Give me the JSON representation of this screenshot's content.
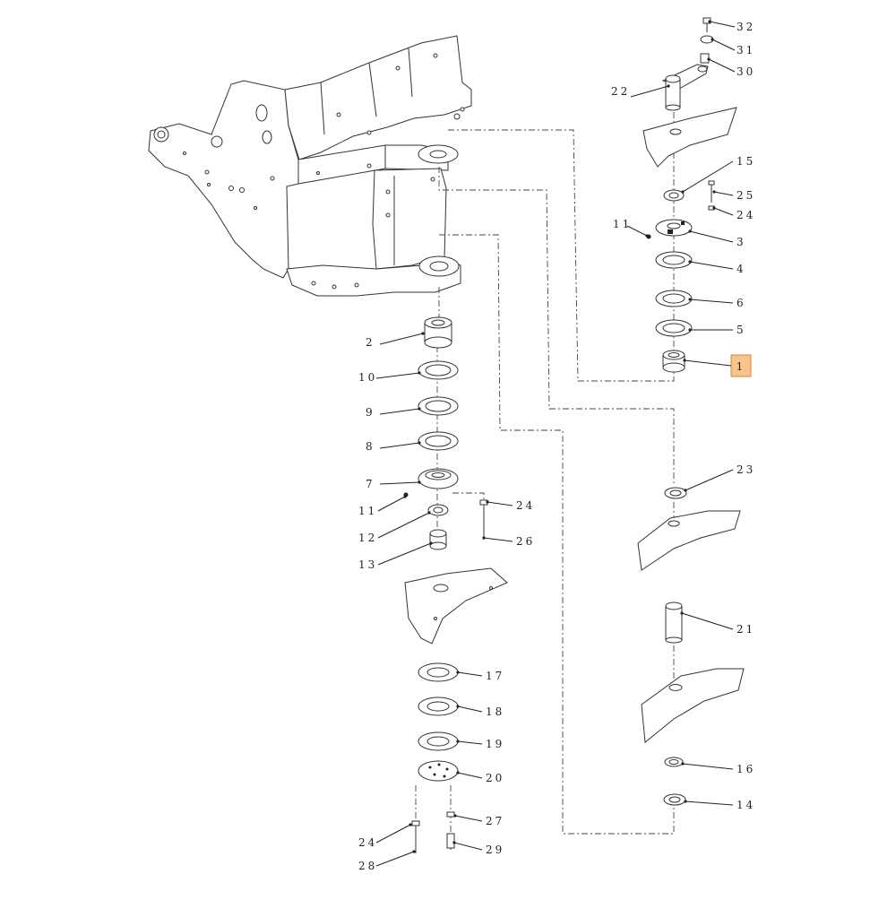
{
  "callouts": [
    {
      "id": "c32",
      "text": "32"
    },
    {
      "id": "c31",
      "text": "31"
    },
    {
      "id": "c30",
      "text": "30"
    },
    {
      "id": "c22",
      "text": "22"
    },
    {
      "id": "c15",
      "text": "15"
    },
    {
      "id": "c25",
      "text": "25"
    },
    {
      "id": "c24a",
      "text": "24"
    },
    {
      "id": "c11a",
      "text": "11"
    },
    {
      "id": "c3",
      "text": "3"
    },
    {
      "id": "c4",
      "text": "4"
    },
    {
      "id": "c6",
      "text": "6"
    },
    {
      "id": "c5",
      "text": "5"
    },
    {
      "id": "c1",
      "text": "1"
    },
    {
      "id": "c2",
      "text": "2"
    },
    {
      "id": "c10",
      "text": "10"
    },
    {
      "id": "c9",
      "text": "9"
    },
    {
      "id": "c8",
      "text": "8"
    },
    {
      "id": "c7",
      "text": "7"
    },
    {
      "id": "c11b",
      "text": "11"
    },
    {
      "id": "c24b",
      "text": "24"
    },
    {
      "id": "c12",
      "text": "12"
    },
    {
      "id": "c26",
      "text": "26"
    },
    {
      "id": "c13",
      "text": "13"
    },
    {
      "id": "c23",
      "text": "23"
    },
    {
      "id": "c17",
      "text": "17"
    },
    {
      "id": "c18",
      "text": "18"
    },
    {
      "id": "c21",
      "text": "21"
    },
    {
      "id": "c19",
      "text": "19"
    },
    {
      "id": "c20",
      "text": "20"
    },
    {
      "id": "c16",
      "text": "16"
    },
    {
      "id": "c14",
      "text": "14"
    },
    {
      "id": "c27",
      "text": "27"
    },
    {
      "id": "c24c",
      "text": "24"
    },
    {
      "id": "c29",
      "text": "29"
    },
    {
      "id": "c28",
      "text": "28"
    }
  ],
  "highlight_color": "#f7c58c"
}
